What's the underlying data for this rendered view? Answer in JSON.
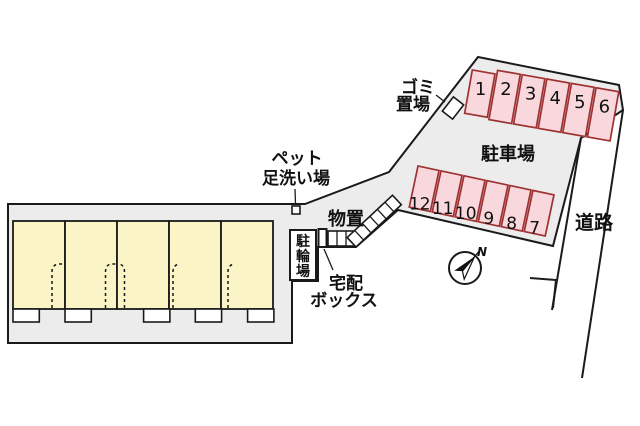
{
  "labels": {
    "garbage_line1": "ゴミ",
    "garbage_line2": "置場",
    "parking_lot": "駐車場",
    "pet_line1": "ペット",
    "pet_line2": "足洗い場",
    "storage": "物置",
    "bicycle_char1": "駐",
    "bicycle_char2": "輪",
    "bicycle_char3": "場",
    "delivery_line1": "宅配",
    "delivery_line2": "ボックス",
    "road": "道路",
    "north": "N"
  },
  "parking": {
    "top_row": [
      "1",
      "2",
      "3",
      "4",
      "5",
      "6"
    ],
    "bottom_row": [
      "12",
      "11",
      "10",
      "9",
      "8",
      "7"
    ]
  },
  "building": {
    "units": 5
  },
  "colors": {
    "background": "#ffffff",
    "site_fill": "#ececec",
    "unit_fill": "#fbf4c7",
    "parking_space_fill": "#f8d8dc",
    "parking_space_border": "#9e3132",
    "outline": "#1a1a1a"
  }
}
